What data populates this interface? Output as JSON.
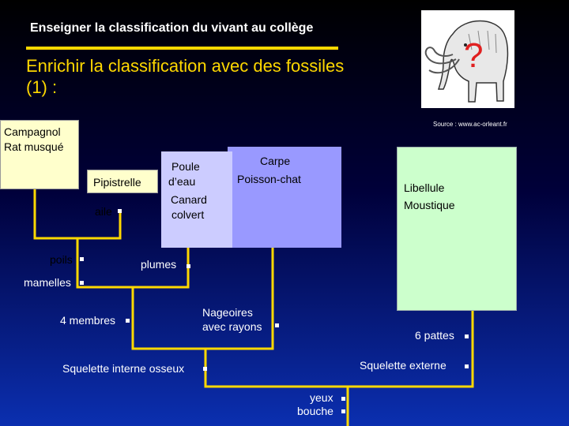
{
  "slide": {
    "header": "Enseigner la classification du vivant au collège",
    "title": "Enrichir la classification avec des fossiles (1) :",
    "question_mark": "?",
    "credit": "Source : www.ac-orleant.fr"
  },
  "groups": {
    "mammals": [
      "Campagnol",
      "Rat musqué"
    ],
    "bat": "Pipistrelle",
    "birds": [
      "Poule",
      "d’eau",
      "Canard",
      "colvert"
    ],
    "fish": [
      "Carpe",
      "Poisson-chat"
    ],
    "insects": [
      "Libellule",
      "Moustique"
    ]
  },
  "characters": {
    "wing": "aile",
    "hair": "poils",
    "feathers": "plumes",
    "mammary": "mamelles",
    "limbs": "4 membres",
    "fin_rays": [
      "Nageoires",
      "avec rayons"
    ],
    "six_legs": "6 pattes",
    "endoskeleton": "Squelette interne osseux",
    "exoskeleton": "Squelette externe",
    "eyes_mouth": [
      "yeux",
      "bouche"
    ]
  },
  "colors": {
    "title_yellow": "#ffd800",
    "tree_yellow": "#ffd800",
    "mammal_box": "#ffffcc",
    "bird_box": "#ccccff",
    "fish_box": "#9999ff",
    "insect_box": "#ccffcc",
    "question_mark": "#e02020"
  },
  "icons": {
    "photo": "mammoth-sketch-image"
  }
}
